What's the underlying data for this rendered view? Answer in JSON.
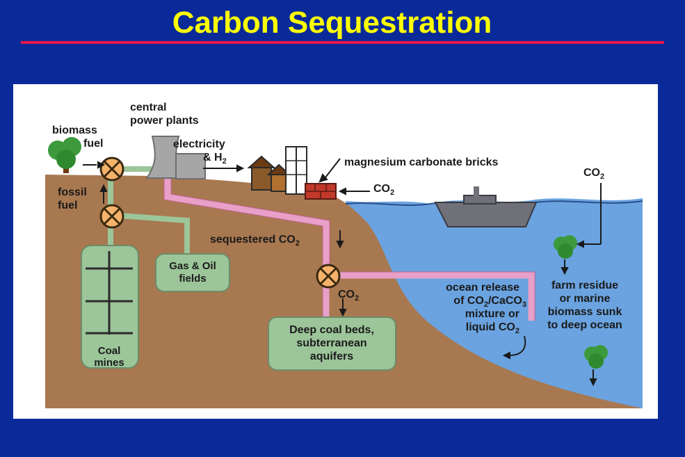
{
  "slide": {
    "title": "Carbon Sequestration"
  },
  "diagram": {
    "labels": {
      "central_power_plants_1": "central",
      "central_power_plants_2": "power plants",
      "biomass_fuel_1": "biomass",
      "biomass_fuel_2": "fuel",
      "fossil_fuel_1": "fossil",
      "fossil_fuel_2": "fuel",
      "electricity_1": "electricity",
      "electricity_2": "& H",
      "electricity_sub": "2",
      "magnesium_bricks": "magnesium carbonate bricks",
      "co2_bricks": "CO",
      "co2_bricks_sub": "2",
      "co2_top": "CO",
      "co2_top_sub": "2",
      "sequestered": "sequestered CO",
      "sequestered_sub": "2",
      "gas_oil_1": "Gas & Oil",
      "gas_oil_2": "fields",
      "coal_mines_1": "Coal",
      "coal_mines_2": "mines",
      "co2_valve": "CO",
      "co2_valve_sub": "2",
      "deep_coal_1": "Deep coal beds,",
      "deep_coal_2": "subterranean",
      "deep_coal_3": "aquifers",
      "ocean_release_1": "ocean release",
      "ocean_release_2a": "of CO",
      "ocean_release_2b": "/CaCO",
      "ocean_release_2_sub1": "2",
      "ocean_release_2_sub2": "3",
      "ocean_release_3": "mixture or",
      "ocean_release_4": "liquid CO",
      "ocean_release_4_sub": "2",
      "farm_residue_1": "farm residue",
      "farm_residue_2": "or marine",
      "farm_residue_3": "biomass sunk",
      "farm_residue_4": "to deep ocean"
    },
    "colors": {
      "background": "#0b2a9a",
      "title": "#ffff00",
      "rule": "#e8174a",
      "ground": "#a87850",
      "ocean": "#6aa3e0",
      "pipe_pink": "#e8a0c8",
      "pipe_green": "#9cc59a",
      "valve": "#f6b26b",
      "plant": "#a6a6a6"
    }
  }
}
